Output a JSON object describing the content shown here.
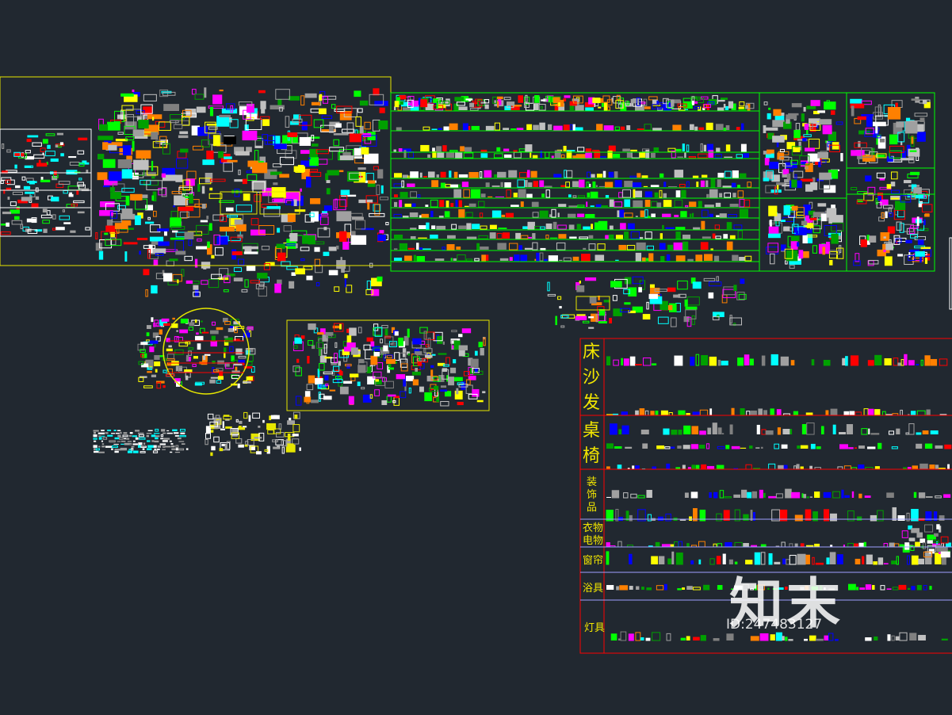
{
  "canvas": {
    "background": "#212830"
  },
  "palette": [
    "#ff0000",
    "#00ff00",
    "#00ffff",
    "#ffff00",
    "#ff00ff",
    "#0000ff",
    "#ffffff",
    "#a0a0a0",
    "#808080",
    "#ff8000",
    "#00a000",
    "#c0c0c0"
  ],
  "legend": {
    "labels": [
      "床",
      "沙",
      "发",
      "桌",
      "椅",
      "装",
      "饰",
      "品",
      "衣物",
      "电物",
      "窗帘",
      "浴具",
      "灯具"
    ]
  },
  "watermark": {
    "text": "知末",
    "id_text": "ID:247483127"
  }
}
